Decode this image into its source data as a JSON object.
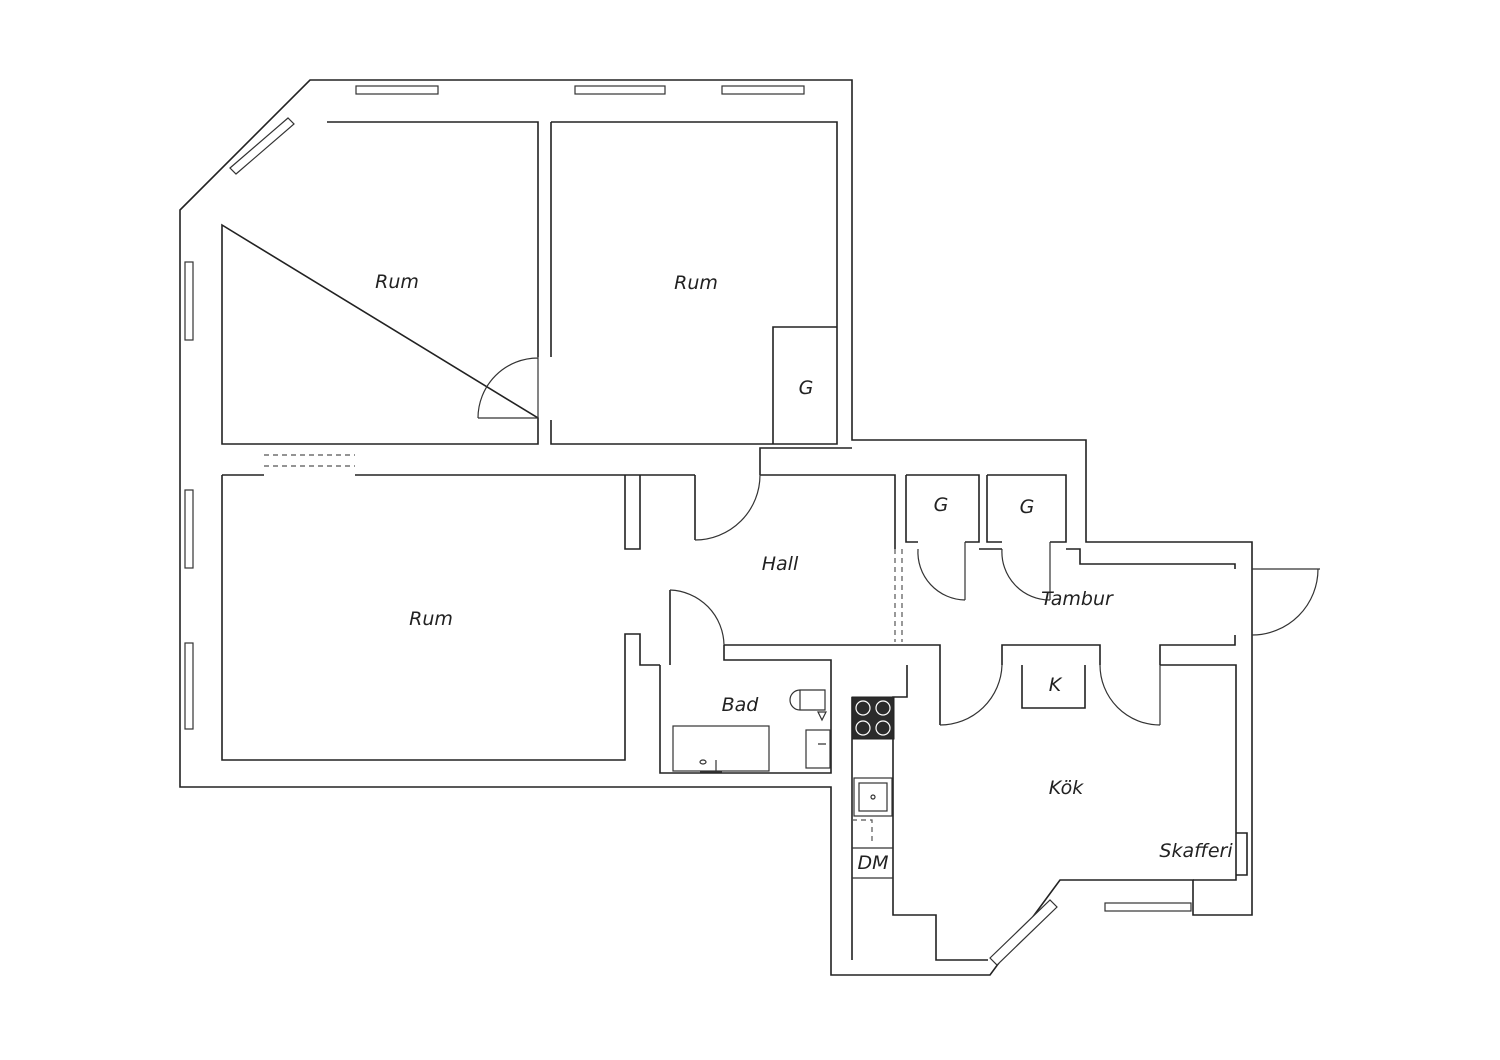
{
  "rooms": {
    "rum_top_left": "Rum",
    "rum_top_right": "Rum",
    "rum_bottom": "Rum",
    "hall": "Hall",
    "tambur": "Tambur",
    "bad": "Bad",
    "kok": "Kök",
    "skafferi": "Skafferi"
  },
  "closets": {
    "g1": "G",
    "g2": "G",
    "g3": "G",
    "k": "K",
    "dm": "DM"
  },
  "colors": {
    "line": "#222222",
    "background": "#ffffff",
    "stove": "#2b2b2b"
  }
}
